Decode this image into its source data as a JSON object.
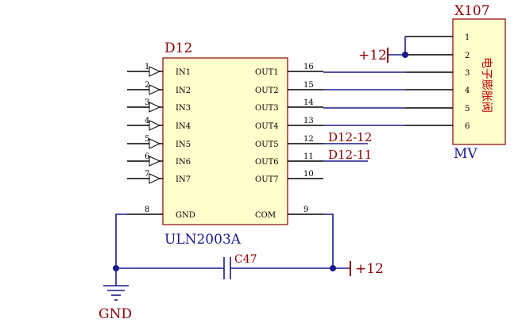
{
  "components": {
    "ic": {
      "designator": "D12",
      "part": "ULN2003A",
      "left_pins": [
        {
          "num": "1",
          "name": "IN1"
        },
        {
          "num": "2",
          "name": "IN2"
        },
        {
          "num": "3",
          "name": "IN3"
        },
        {
          "num": "4",
          "name": "IN4"
        },
        {
          "num": "5",
          "name": "IN5"
        },
        {
          "num": "6",
          "name": "IN6"
        },
        {
          "num": "7",
          "name": "IN7"
        },
        {
          "num": "8",
          "name": "GND"
        }
      ],
      "right_pins": [
        {
          "num": "16",
          "name": "OUT1"
        },
        {
          "num": "15",
          "name": "OUT2"
        },
        {
          "num": "14",
          "name": "OUT3"
        },
        {
          "num": "13",
          "name": "OUT4"
        },
        {
          "num": "12",
          "name": "OUT5"
        },
        {
          "num": "11",
          "name": "OUT6"
        },
        {
          "num": "10",
          "name": "OUT7"
        },
        {
          "num": "9",
          "name": "COM"
        }
      ]
    },
    "connector": {
      "designator": "X107",
      "part": "MV",
      "body_label": "电子膨胀阀",
      "pins": [
        "1",
        "2",
        "3",
        "4",
        "5",
        "6"
      ]
    },
    "capacitor": {
      "designator": "C47"
    }
  },
  "nets": {
    "out5": "D12-12",
    "out6": "D12-11",
    "vcc_connector": "+12",
    "vcc_cap": "+12",
    "ground": "GND"
  },
  "colors": {
    "wire": "#1a1a8c",
    "body_fill": "#ffffcc",
    "body_stroke": "#8b0000",
    "label": "#8b0000"
  }
}
